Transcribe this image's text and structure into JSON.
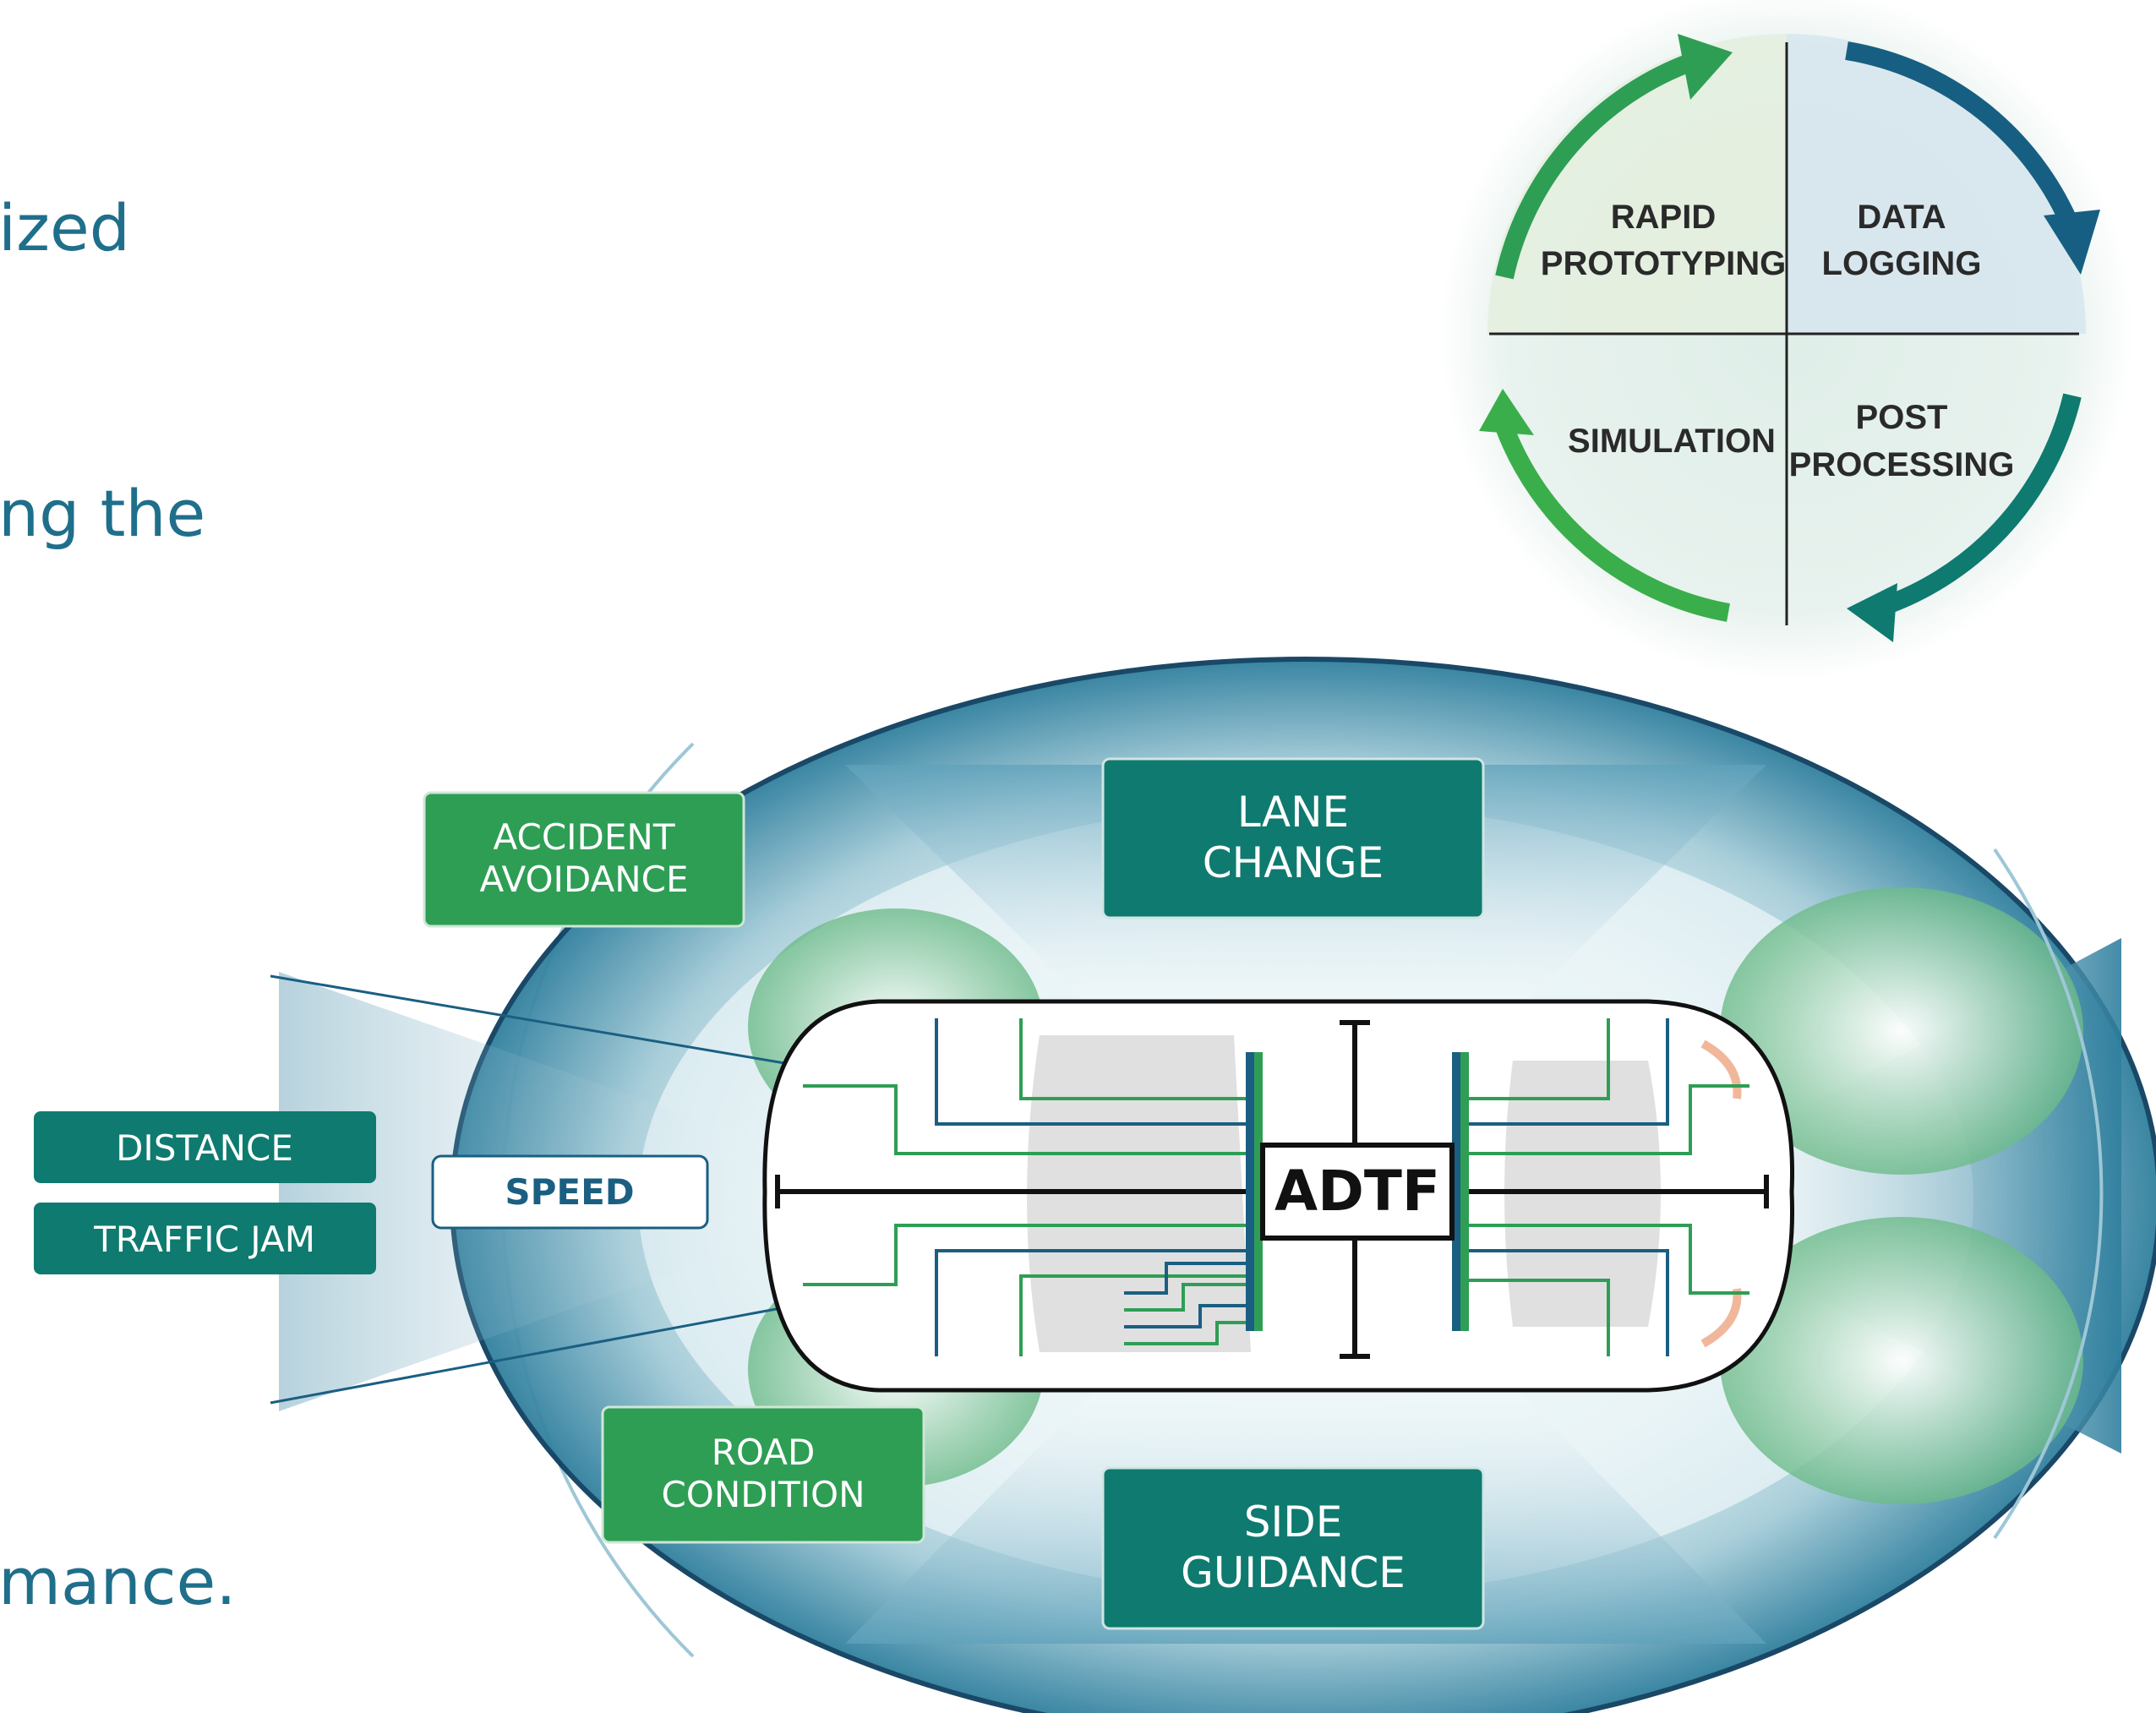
{
  "side_text": [
    "ized",
    "ng the",
    "mance."
  ],
  "cycle": {
    "quadrants": [
      {
        "lines": [
          "RAPID",
          "PROTOTYPING"
        ]
      },
      {
        "lines": [
          "DATA",
          "LOGGING"
        ]
      },
      {
        "lines": [
          "SIMULATION"
        ]
      },
      {
        "lines": [
          "POST",
          "PROCESSING"
        ]
      }
    ]
  },
  "labels": {
    "accident_avoidance": [
      "ACCIDENT",
      "AVOIDANCE"
    ],
    "lane_change": [
      "LANE",
      "CHANGE"
    ],
    "distance": "DISTANCE",
    "traffic_jam": "TRAFFIC JAM",
    "speed": "SPEED",
    "road_condition": [
      "ROAD",
      "CONDITION"
    ],
    "side_guidance": [
      "SIDE",
      "GUIDANCE"
    ],
    "core": "ADTF"
  },
  "colors": {
    "teal_dark": "#0f7a6f",
    "green": "#2e9e55",
    "blue": "#1a5f82",
    "light_green": "#3aae4a",
    "text_blue": "#1f6f8b",
    "navy": "#0e3f5f"
  }
}
